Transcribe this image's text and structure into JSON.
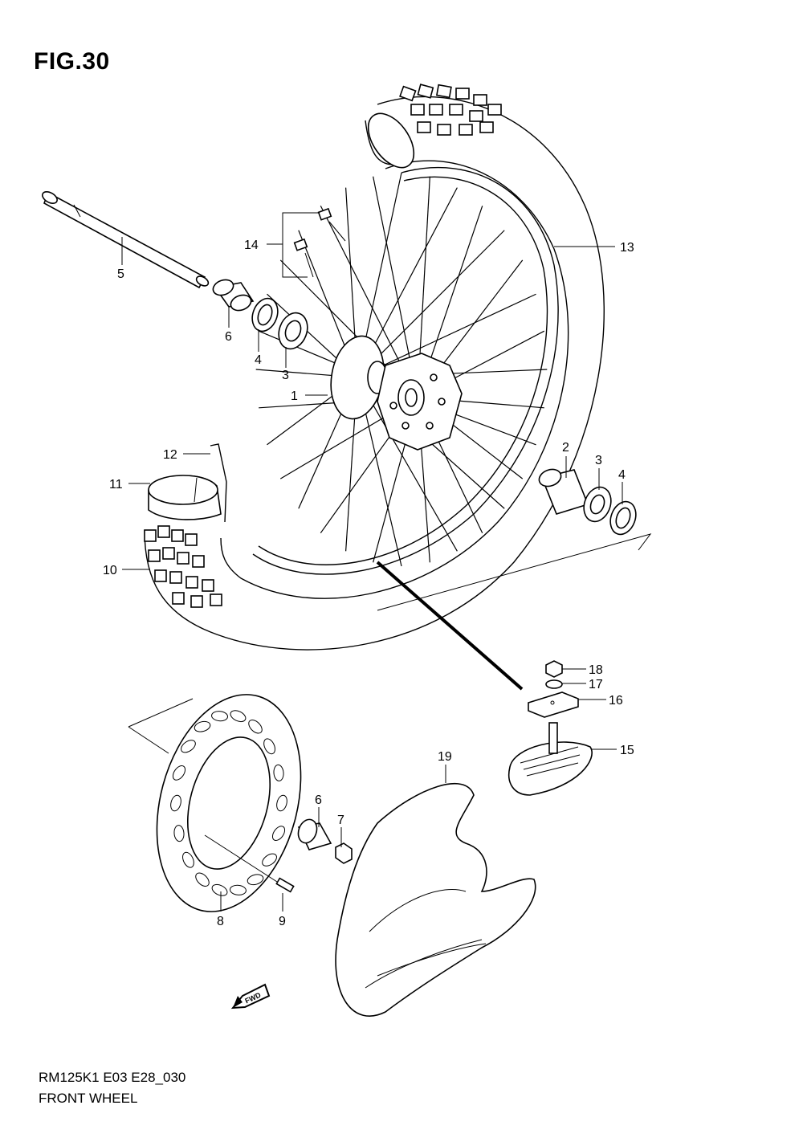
{
  "figure": {
    "title": "FIG.30",
    "model_code": "RM125K1 E03 E28_030",
    "section_name": "FRONT WHEEL",
    "fwd_label": "FWD"
  },
  "callouts": {
    "c1": "1",
    "c2": "2",
    "c3a": "3",
    "c3b": "3",
    "c4a": "4",
    "c4b": "4",
    "c5": "5",
    "c6a": "6",
    "c6b": "6",
    "c7": "7",
    "c8": "8",
    "c9": "9",
    "c10": "10",
    "c11": "11",
    "c12": "12",
    "c13": "13",
    "c14": "14",
    "c15": "15",
    "c16": "16",
    "c17": "17",
    "c18": "18",
    "c19": "19"
  }
}
